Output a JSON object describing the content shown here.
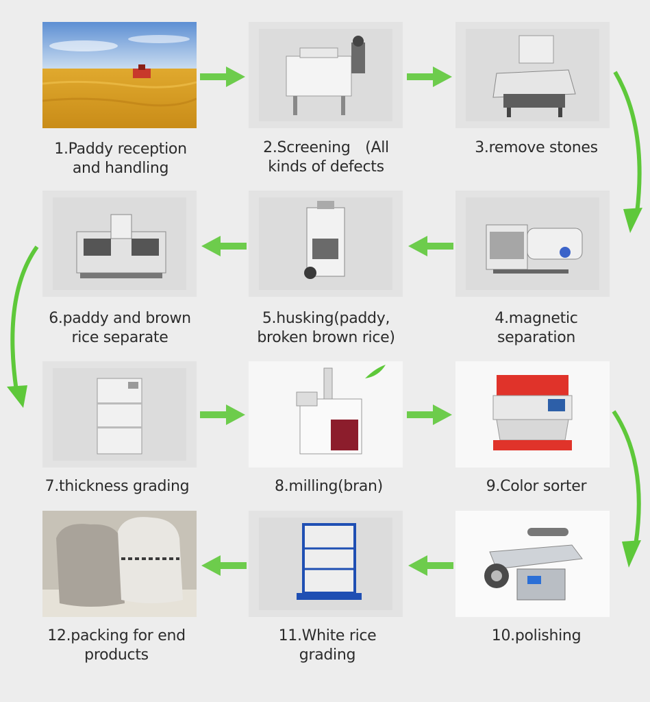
{
  "steps": [
    {
      "label_line1": "1.Paddy reception",
      "label_line2": "and handling",
      "image": "rice-field-harvester-photo"
    },
    {
      "label_line1": "2.Screening　(All",
      "label_line2": "kinds of defects",
      "image": "screening-machine-photo"
    },
    {
      "label_line1": "3.remove stones",
      "label_line2": "",
      "image": "destoner-machine-photo"
    },
    {
      "label_line1": "4.magnetic",
      "label_line2": "separation",
      "image": "magnetic-separator-photo"
    },
    {
      "label_line1": "5.husking(paddy,",
      "label_line2": "broken brown rice)",
      "image": "husker-machine-photo"
    },
    {
      "label_line1": "6.paddy and brown",
      "label_line2": "rice separate",
      "image": "paddy-separator-photo"
    },
    {
      "label_line1": "7.thickness grading",
      "label_line2": "",
      "image": "thickness-grader-photo"
    },
    {
      "label_line1": "8.milling(bran)",
      "label_line2": "",
      "image": "rice-mill-photo"
    },
    {
      "label_line1": "9.Color sorter",
      "label_line2": "",
      "image": "color-sorter-photo"
    },
    {
      "label_line1": "10.polishing",
      "label_line2": "",
      "image": "polisher-photo"
    },
    {
      "label_line1": "11.White rice",
      "label_line2": "grading",
      "image": "white-rice-grader-photo"
    },
    {
      "label_line1": "12.packing for end",
      "label_line2": "products",
      "image": "rice-sacks-photo"
    }
  ],
  "colors": {
    "arrow": "#5ec83a",
    "background": "#ededed"
  }
}
